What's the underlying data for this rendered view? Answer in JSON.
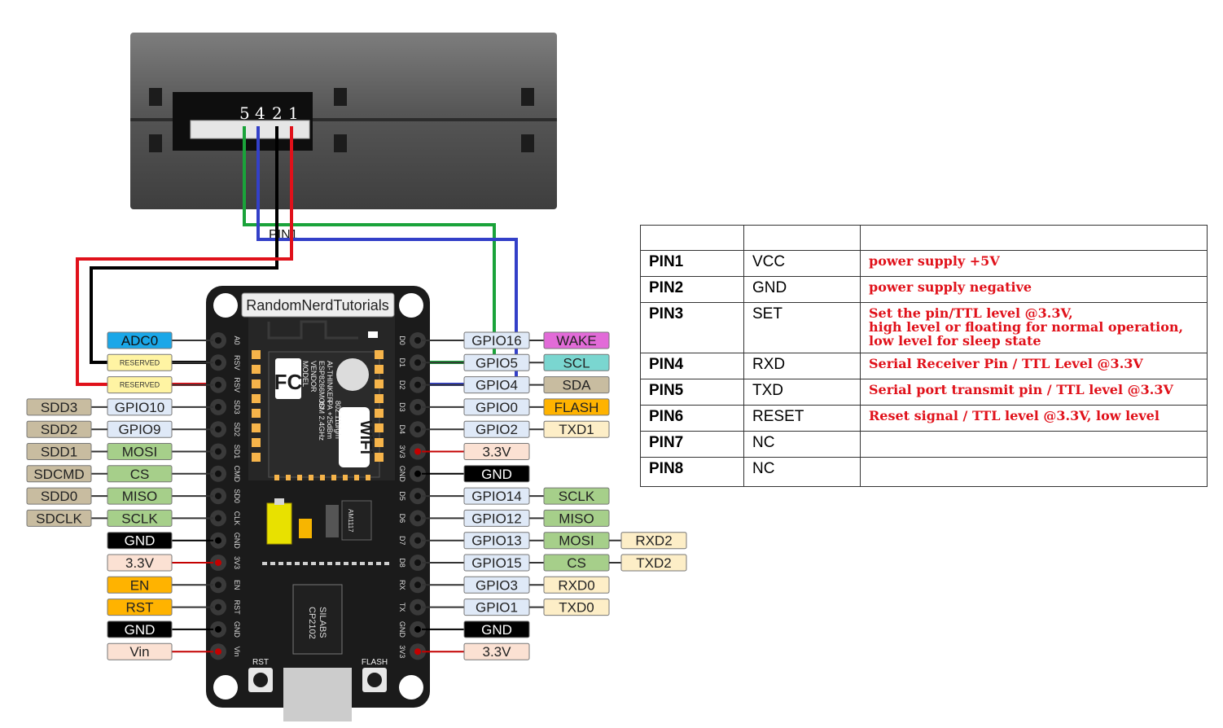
{
  "sensor": {
    "pin_numbers": [
      "5",
      "4",
      "2",
      "1"
    ],
    "pin1_label": "PIN1"
  },
  "board": {
    "brand_label": "RandomNerdTutorials",
    "module_text": [
      "MODEL",
      "VENDOR",
      "ISM 2.4GHz",
      "PA +25dBm",
      "802.11b/g/n"
    ],
    "module_text_right": [
      "ESP8266MOD",
      "AI-THINKER"
    ],
    "fc_mark": "FC",
    "wifi_mark": "WiFi",
    "regulator_label": "AM1117",
    "usb_chip_text": [
      "SILABS",
      "CP2102"
    ],
    "rst_button_label": "RST",
    "flash_button_label": "FLASH",
    "left_header_pins": [
      "A0",
      "RSV",
      "RSV",
      "SD3",
      "SD2",
      "SD1",
      "CMD",
      "SD0",
      "CLK",
      "GND",
      "3V3",
      "EN",
      "RST",
      "GND",
      "Vin"
    ],
    "right_header_pins": [
      "D0",
      "D1",
      "D2",
      "D3",
      "D4",
      "3V3",
      "GND",
      "D5",
      "D6",
      "D7",
      "D8",
      "RX",
      "TX",
      "GND",
      "3V3"
    ]
  },
  "left_labels": [
    [
      "ADC0"
    ],
    [
      "RESERVED"
    ],
    [
      "RESERVED"
    ],
    [
      "GPIO10",
      "SDD3"
    ],
    [
      "GPIO9",
      "SDD2"
    ],
    [
      "MOSI",
      "SDD1"
    ],
    [
      "CS",
      "SDCMD"
    ],
    [
      "MISO",
      "SDD0"
    ],
    [
      "SCLK",
      "SDCLK"
    ],
    [
      "GND"
    ],
    [
      "3.3V"
    ],
    [
      "EN"
    ],
    [
      "RST"
    ],
    [
      "GND"
    ],
    [
      "Vin"
    ]
  ],
  "right_labels": [
    [
      "GPIO16",
      "WAKE"
    ],
    [
      "GPIO5",
      "SCL"
    ],
    [
      "GPIO4",
      "SDA"
    ],
    [
      "GPIO0",
      "FLASH"
    ],
    [
      "GPIO2",
      "TXD1"
    ],
    [
      "3.3V"
    ],
    [
      "GND"
    ],
    [
      "GPIO14",
      "SCLK"
    ],
    [
      "GPIO12",
      "MISO"
    ],
    [
      "GPIO13",
      "MOSI",
      "RXD2"
    ],
    [
      "GPIO15",
      "CS",
      "TXD2"
    ],
    [
      "GPIO3",
      "RXD0"
    ],
    [
      "GPIO1",
      "TXD0"
    ],
    [
      "GND"
    ],
    [
      "3.3V"
    ]
  ],
  "pin_table": [
    {
      "pin": "",
      "name": "",
      "desc": ""
    },
    {
      "pin": "PIN1",
      "name": "VCC",
      "desc": "power supply +5V"
    },
    {
      "pin": "PIN2",
      "name": "GND",
      "desc": "power supply negative"
    },
    {
      "pin": "PIN3",
      "name": "SET",
      "desc": "Set the pin/TTL level @3.3V,\nhigh level or floating for normal operation,\nlow level for sleep state"
    },
    {
      "pin": "PIN4",
      "name": "RXD",
      "desc": "Serial Receiver Pin / TTL Level @3.3V"
    },
    {
      "pin": "PIN5",
      "name": "TXD",
      "desc": "Serial port transmit pin / TTL level @3.3V"
    },
    {
      "pin": "PIN6",
      "name": "RESET",
      "desc": "Reset signal / TTL level @3.3V, low level"
    },
    {
      "pin": "PIN7",
      "name": "NC",
      "desc": ""
    },
    {
      "pin": "PIN8",
      "name": "NC",
      "desc": ""
    }
  ],
  "colors": {
    "wire_vcc": "#e0111a",
    "wire_gnd": "#000000",
    "wire_green": "#1aa33a",
    "wire_blue": "#3340c8",
    "board": "#1b1b1b",
    "adc": "#1aa7e8",
    "reserved": "#fff4a3",
    "gpio": "#dfe9f7",
    "sd": "#c8bca0",
    "spi": "#a6cf8a",
    "power": "#fbe1d3",
    "gnd": "#000000",
    "ctrl": "#ffb300",
    "wake": "#e26bd8",
    "i2c": "#7ad6d0",
    "uart": "#fdeec7",
    "table_text": "#e0111a"
  }
}
